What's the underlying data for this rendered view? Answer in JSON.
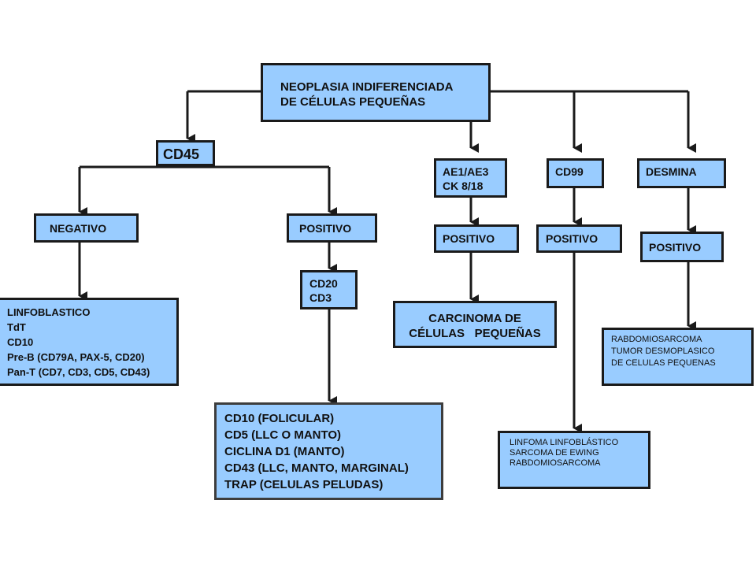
{
  "colors": {
    "box_fill": "#99ccff",
    "border": "#1a1a1a",
    "connector": "#1a1a1a"
  },
  "root": {
    "lines": [
      "NEOPLASIA INDIFERENCIADA",
      "DE CÉLULAS PEQUEÑAS"
    ]
  },
  "cd45": {
    "label": "CD45"
  },
  "negativo": {
    "label": "NEGATIVO"
  },
  "positivo_cd45": {
    "label": "POSITIVO"
  },
  "linfoblastico": {
    "lines": [
      "LINFOBLASTICO",
      "TdT",
      "CD10",
      "Pre-B (CD79A, PAX-5, CD20)",
      "Pan-T (CD7, CD3, CD5, CD43)"
    ]
  },
  "cd20_cd3": {
    "lines": [
      "CD20",
      "CD3"
    ]
  },
  "cd10_panel": {
    "lines": [
      "CD10 (FOLICULAR)",
      "CD5 (LLC O MANTO)",
      "CICLINA D1 (MANTO)",
      "CD43 (LLC, MANTO, MARGINAL)",
      "TRAP (CELULAS PELUDAS)"
    ]
  },
  "ae1ae3": {
    "lines": [
      "AE1/AE3",
      "CK  8/18"
    ]
  },
  "positivo_ae": {
    "label": "POSITIVO"
  },
  "carcinoma": {
    "lines": [
      "CARCINOMA DE",
      "CÉLULAS   PEQUEÑAS"
    ]
  },
  "cd99": {
    "label": "CD99"
  },
  "positivo_cd99": {
    "label": "POSITIVO"
  },
  "linfoma": {
    "lines": [
      "LINFOMA LINFOBLÁSTICO",
      "SARCOMA DE EWING",
      "RABDOMIOSARCOMA"
    ]
  },
  "desmina": {
    "label": "DESMINA"
  },
  "positivo_desmina": {
    "label": "POSITIVO"
  },
  "rabdomio": {
    "lines": [
      "RABDOMIOSARCOMA",
      "TUMOR DESMOPLASICO",
      "DE CELULAS PEQUENAS"
    ]
  }
}
